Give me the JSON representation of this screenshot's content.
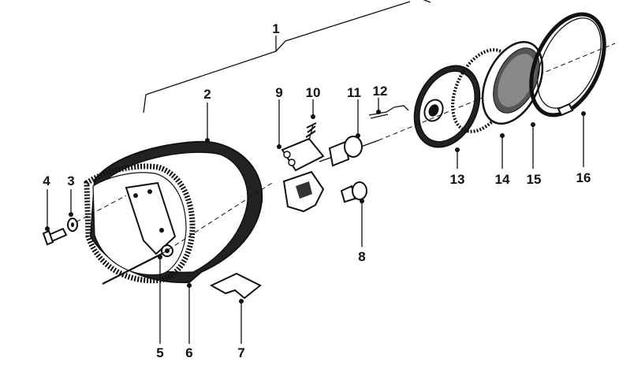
{
  "diagram": {
    "callouts": [
      {
        "id": "1",
        "text": "1"
      },
      {
        "id": "2",
        "text": "2"
      },
      {
        "id": "3",
        "text": "3"
      },
      {
        "id": "4",
        "text": "4"
      },
      {
        "id": "5",
        "text": "5"
      },
      {
        "id": "6",
        "text": "6"
      },
      {
        "id": "7",
        "text": "7"
      },
      {
        "id": "8",
        "text": "8"
      },
      {
        "id": "9",
        "text": "9"
      },
      {
        "id": "10",
        "text": "10"
      },
      {
        "id": "11",
        "text": "11"
      },
      {
        "id": "12",
        "text": "12"
      },
      {
        "id": "13",
        "text": "13"
      },
      {
        "id": "14",
        "text": "14"
      },
      {
        "id": "15",
        "text": "15"
      },
      {
        "id": "16",
        "text": "16"
      }
    ],
    "colors": {
      "ink": "#111111",
      "paper": "#ffffff"
    }
  }
}
